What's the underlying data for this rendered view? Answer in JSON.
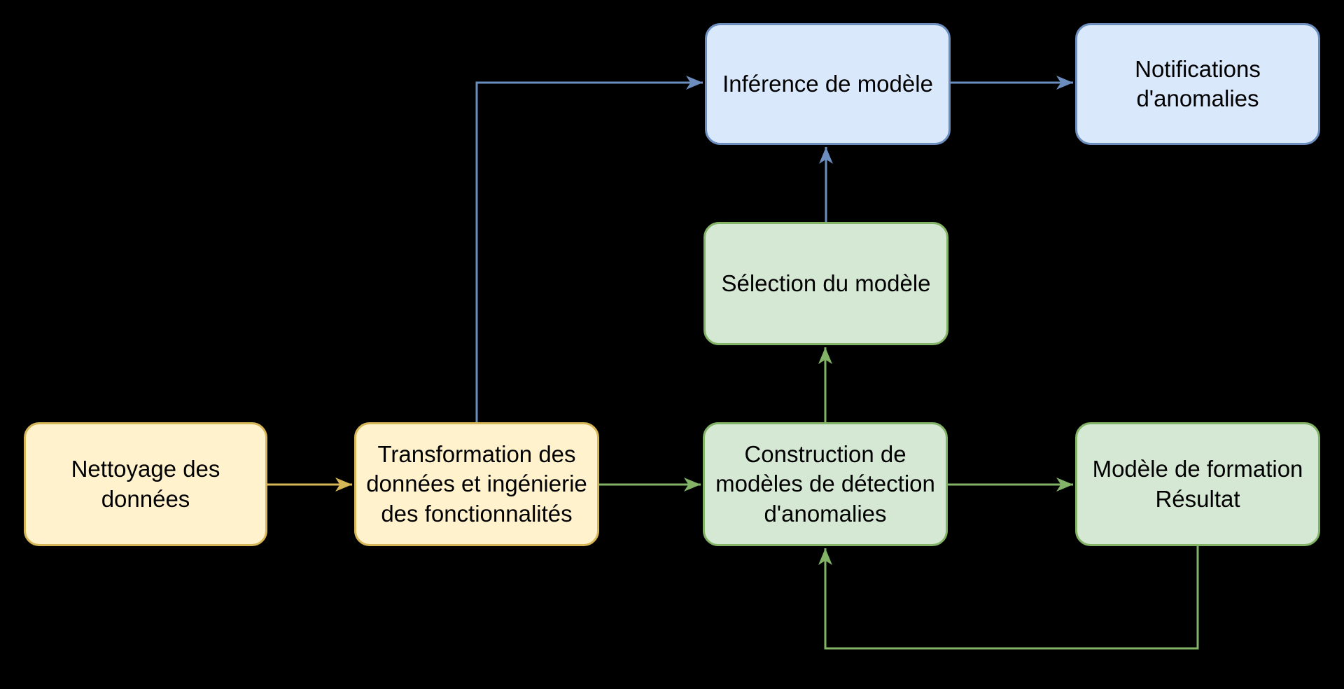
{
  "diagram": {
    "background_color": "#000000",
    "text_color": "#000000",
    "palette": {
      "yellow": {
        "fill": "#fff2cc",
        "stroke": "#d6b656"
      },
      "green": {
        "fill": "#d5e8d4",
        "stroke": "#82b366"
      },
      "blue": {
        "fill": "#dae8fc",
        "stroke": "#6c8ebf"
      }
    },
    "nodes": {
      "nettoyage": {
        "label": "Nettoyage des données",
        "color": "yellow"
      },
      "transformation": {
        "label": "Transformation des données et ingénierie des fonctionnalités",
        "color": "yellow"
      },
      "construction": {
        "label": "Construction de modèles de détection d'anomalies",
        "color": "green"
      },
      "modele_formation": {
        "label": "Modèle de formation Résultat",
        "color": "green"
      },
      "selection": {
        "label": "Sélection du modèle",
        "color": "green"
      },
      "inference": {
        "label": "Inférence de modèle",
        "color": "blue"
      },
      "notifications": {
        "label": "Notifications d'anomalies",
        "color": "blue"
      }
    },
    "edges": [
      {
        "from": "nettoyage",
        "to": "transformation",
        "color": "#d6b656",
        "route": "straight-right"
      },
      {
        "from": "transformation",
        "to": "construction",
        "color": "#82b366",
        "route": "straight-right"
      },
      {
        "from": "construction",
        "to": "modele_formation",
        "color": "#82b366",
        "route": "straight-right"
      },
      {
        "from": "construction",
        "to": "selection",
        "color": "#82b366",
        "route": "straight-up"
      },
      {
        "from": "selection",
        "to": "inference",
        "color": "#6c8ebf",
        "route": "straight-up"
      },
      {
        "from": "transformation",
        "to": "inference",
        "color": "#6c8ebf",
        "route": "up-then-right"
      },
      {
        "from": "inference",
        "to": "notifications",
        "color": "#6c8ebf",
        "route": "straight-right"
      },
      {
        "from": "modele_formation",
        "to": "construction",
        "color": "#82b366",
        "route": "down-left-up-feedback"
      }
    ]
  }
}
